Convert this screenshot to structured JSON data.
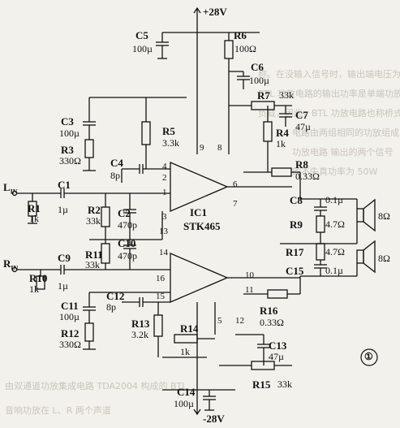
{
  "supply": {
    "pos": "+28V",
    "neg": "-28V"
  },
  "ic": {
    "name": "IC1",
    "part": "STK465"
  },
  "components": {
    "C5": {
      "ref": "C5",
      "value": "100µ"
    },
    "R6": {
      "ref": "R6",
      "value": "100Ω"
    },
    "C6": {
      "ref": "C6",
      "value": "100µ"
    },
    "R7": {
      "ref": "R7",
      "value": "33k"
    },
    "C7": {
      "ref": "C7",
      "value": "47µ"
    },
    "C3": {
      "ref": "C3",
      "value": "100µ"
    },
    "R3": {
      "ref": "R3",
      "value": "330Ω"
    },
    "R5": {
      "ref": "R5",
      "value": "3.3k"
    },
    "R4": {
      "ref": "R4",
      "value": "1k"
    },
    "C4": {
      "ref": "C4",
      "value": "8p"
    },
    "R8": {
      "ref": "R8",
      "value": "0.33Ω"
    },
    "C1": {
      "ref": "C1",
      "value": "1µ"
    },
    "R1": {
      "ref": "R1",
      "value": "1k"
    },
    "R2": {
      "ref": "R2",
      "value": "33k"
    },
    "C2": {
      "ref": "C2",
      "value": "470p"
    },
    "C8": {
      "ref": "C8",
      "value": "0.1µ"
    },
    "R9": {
      "ref": "R9",
      "value": "4.7Ω"
    },
    "R17": {
      "ref": "R17",
      "value": "4.7Ω"
    },
    "C15": {
      "ref": "C15",
      "value": "0.1µ"
    },
    "C10": {
      "ref": "C10",
      "value": "470p"
    },
    "R11": {
      "ref": "R11",
      "value": "33k"
    },
    "C9": {
      "ref": "C9",
      "value": "1µ"
    },
    "R10": {
      "ref": "R10",
      "value": "1k"
    },
    "C11": {
      "ref": "C11",
      "value": "100µ"
    },
    "C12": {
      "ref": "C12",
      "value": "8p"
    },
    "R12": {
      "ref": "R12",
      "value": "330Ω"
    },
    "R13": {
      "ref": "R13",
      "value": "3.2k"
    },
    "R14": {
      "ref": "R14",
      "value": "1k"
    },
    "R16": {
      "ref": "R16",
      "value": "0.33Ω"
    },
    "C13": {
      "ref": "C13",
      "value": "47µ"
    },
    "R15": {
      "ref": "R15",
      "value": "33k"
    },
    "C14": {
      "ref": "C14",
      "value": "100µ"
    }
  },
  "inputs": {
    "left": "L",
    "left_sub": "IN",
    "right": "R",
    "right_sub": "IN"
  },
  "speaker": {
    "left": "8Ω",
    "right": "8Ω"
  },
  "pins": {
    "p1": "1",
    "p2": "2",
    "p3": "3",
    "p4": "4",
    "p5": "5",
    "p6": "6",
    "p7": "7",
    "p8": "8",
    "p9": "9",
    "p10": "10",
    "p11": "11",
    "p12": "12",
    "p13": "13",
    "p14": "14",
    "p15": "15",
    "p16": "16"
  },
  "figure_number": "①"
}
